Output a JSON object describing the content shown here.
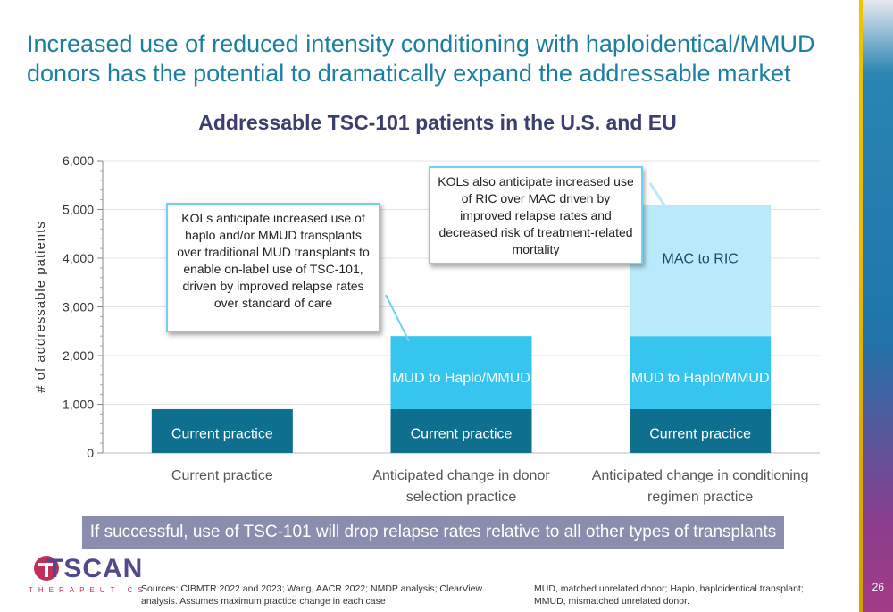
{
  "slide": {
    "headline": "Increased use of reduced intensity conditioning with haploidentical/MMUD donors has the potential to dramatically expand the addressable market",
    "banner": "If successful, use of TSC-101 will drop relapse rates relative to all other types of transplants",
    "callout_left": "KOLs anticipate increased use of haplo and/or MMUD transplants over traditional MUD transplants to enable on-label use of TSC-101, driven by improved relapse rates over standard of care",
    "callout_right": "KOLs also anticipate increased use of RIC over MAC driven by improved relapse rates and decreased risk of treatment-related mortality",
    "sources": "Sources: CIBMTR 2022 and 2023; Wang, AACR 2022; NMDP analysis; ClearView analysis. Assumes maximum practice change in each case",
    "abbreviations": "MUD, matched unrelated donor; Haplo, haploidentical transplant; MMUD, mismatched unrelated donor.",
    "page_number": "26",
    "logo_text": "TSCAN",
    "logo_sub": "THERAPEUTICS"
  },
  "colors": {
    "headline": "#1a7fa0",
    "current": "#0f6f8e",
    "mud_haplo": "#35c5ee",
    "mac_ric": "#b9eafb",
    "banner": "#8b8dae",
    "title": "#3b3f6e"
  },
  "chart_data": {
    "type": "bar",
    "stacked": true,
    "title": "Addressable TSC-101 patients in the U.S. and EU",
    "ylabel": "# of addressable patients",
    "xlabel": "",
    "ylim": [
      0,
      6000
    ],
    "yticks": [
      "0",
      "1,000",
      "2,000",
      "3,000",
      "4,000",
      "5,000",
      "6,000"
    ],
    "categories": [
      [
        "Current practice"
      ],
      [
        "Anticipated change in donor",
        "selection practice"
      ],
      [
        "Anticipated change in conditioning",
        "regimen practice"
      ]
    ],
    "series": [
      {
        "name": "Current practice",
        "values": [
          900,
          900,
          900
        ],
        "labels": [
          "Current practice",
          "Current practice",
          "Current practice"
        ],
        "color": "#0f6f8e",
        "label_color": "#ffffff"
      },
      {
        "name": "MUD to Haplo/MMUD",
        "values": [
          0,
          1500,
          1500
        ],
        "labels": [
          "",
          "MUD to Haplo/MMUD",
          "MUD to Haplo/MMUD"
        ],
        "color": "#35c5ee",
        "label_color": "#ffffff"
      },
      {
        "name": "MAC to RIC",
        "values": [
          0,
          0,
          2700
        ],
        "labels": [
          "",
          "",
          "MAC to RIC"
        ],
        "color": "#b9eafb",
        "label_color": "#1d4a63"
      }
    ],
    "grid": true,
    "legend": "none"
  }
}
